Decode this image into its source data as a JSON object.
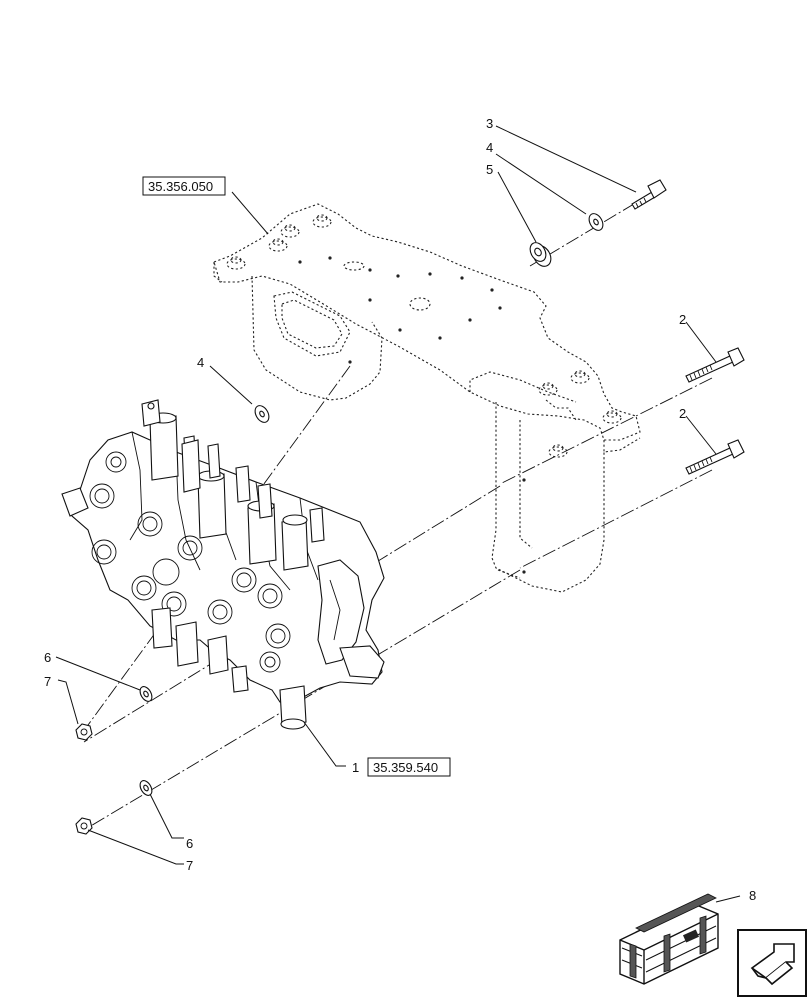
{
  "references": {
    "frame_ref": "35.356.050",
    "valve_ref": "35.359.540"
  },
  "callouts": {
    "c3_top": "3",
    "c4_top": "4",
    "c5_top": "5",
    "c2_upper": "2",
    "c2_lower": "2",
    "c4_left": "4",
    "c6_left": "6",
    "c7_left": "7",
    "c1": "1",
    "c6_bottom": "6",
    "c7_bottom": "7",
    "c8": "8"
  },
  "icons": {
    "kit": "kit-crate-icon",
    "navigation": "next-page-arrow-icon"
  }
}
